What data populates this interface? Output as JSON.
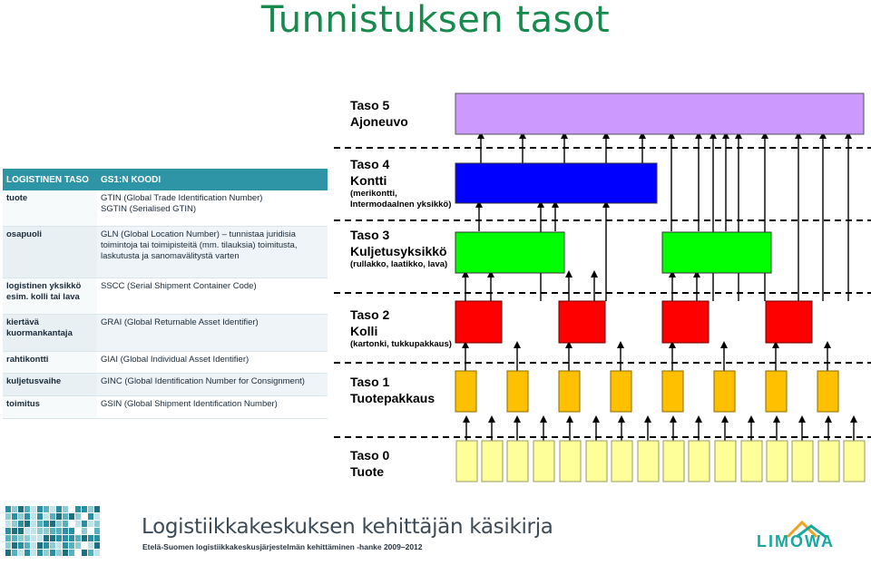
{
  "title": "Tunnistuksen tasot",
  "table": {
    "headers": [
      "LOGISTINEN TASO",
      "GS1:N KOODI"
    ],
    "rows": [
      {
        "level": "tuote",
        "codes": [
          "GTIN (Global Trade Identification Number)",
          "SGTIN (Serialised GTIN)"
        ]
      },
      {
        "level": "osapuoli",
        "codes": [
          "GLN (Global Location Number) – tunnistaa juridisia toimintoja tai toimipisteitä (mm. tilauksia) toimitusta, laskutusta ja sanomavälitystä varten"
        ]
      },
      {
        "level": "logistinen yksikkö esim. kolli tai lava",
        "codes": [
          "SSCC (Serial Shipment Container Code)"
        ]
      },
      {
        "level": "kiertävä kuormankantaja",
        "codes": [
          "GRAI (Global Returnable Asset Identifier)"
        ]
      },
      {
        "level": "rahtikontti",
        "codes": [
          "GIAI (Global Individual Asset Identifier)"
        ]
      },
      {
        "level": "kuljetusvaihe",
        "codes": [
          "GINC (Global Identification Number for Consignment)"
        ]
      },
      {
        "level": "toimitus",
        "codes": [
          "GSIN (Global Shipment Identification Number)"
        ]
      }
    ]
  },
  "levels": {
    "l5": {
      "t": "Taso 5",
      "n": "Ajoneuvo",
      "d": ""
    },
    "l4": {
      "t": "Taso 4",
      "n": "Kontti",
      "d": "(merikontti,\nIntermodaalnen yksikkö)"
    },
    "l3": {
      "t": "Taso 3",
      "n": "Kuljetusyksikkö",
      "d": "(rullakko, laatikko, lava)"
    },
    "l2": {
      "t": "Taso 2",
      "n": "Kolli",
      "d": "(kartonki, tukkupakkaus)"
    },
    "l1": {
      "t": "Taso 1",
      "n": "Tuotepakkaus",
      "d": ""
    },
    "l0": {
      "t": "Taso 0",
      "n": "Tuote",
      "d": ""
    }
  },
  "colors": {
    "vehicle": "#cc99ff",
    "container": "#0000ff",
    "transport_unit": "#00ff00",
    "parcel": "#ff0000",
    "package": "#ffc000",
    "product": "#ffff99",
    "title": "#178a4d"
  },
  "footer": {
    "title": "Logistiikkakeskuksen kehittäjän käsikirja",
    "subtitle": "Etelä-Suomen logistiikkakeskusjärjestelmän kehittäminen -hanke 2009–2012",
    "logo": "LIMOWA"
  }
}
